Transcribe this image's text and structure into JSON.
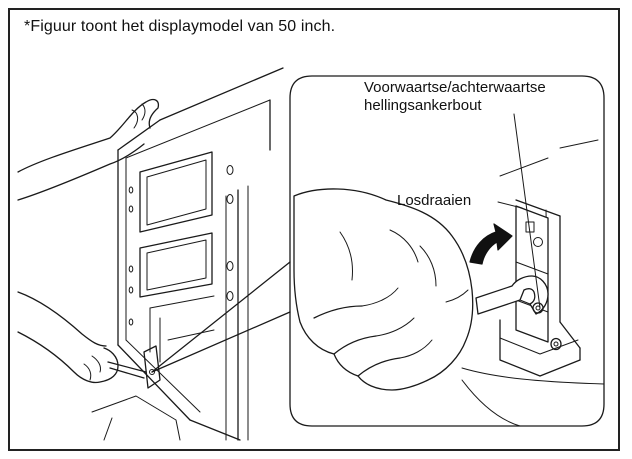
{
  "caption": "*Figuur toont het displaymodel van 50 inch.",
  "labels": {
    "bolt_line1": "Voorwaartse/achterwaartse",
    "bolt_line2": "hellingsankerbout",
    "loosen": "Losdraaien"
  },
  "colors": {
    "line": "#1a1a1a",
    "arrow": "#111111",
    "background": "#ffffff"
  }
}
